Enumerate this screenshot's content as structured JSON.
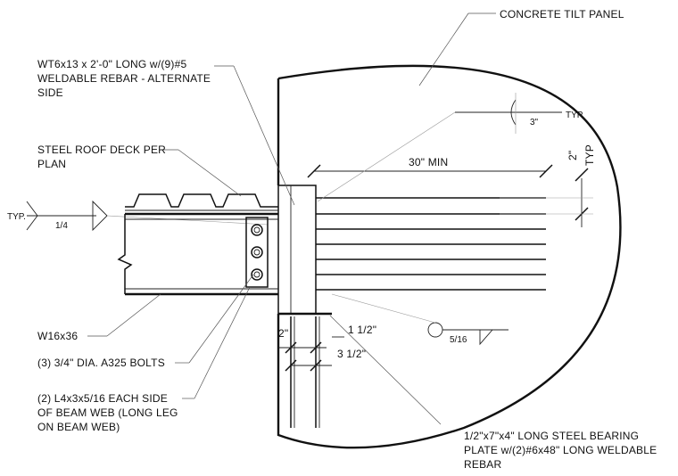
{
  "labels": {
    "panel": "CONCRETE TILT PANEL",
    "wt_line1": "WT6x13 x 2'-0\" LONG w/(9)#5",
    "wt_line2": "WELDABLE REBAR - ALTERNATE",
    "wt_line3": "SIDE",
    "deck_line1": "STEEL ROOF DECK PER",
    "deck_line2": "PLAN",
    "beam": "W16x36",
    "bolts": "(3) 3/4\" DIA. A325 BOLTS",
    "angles_line1": "(2) L4x3x5/16 EACH SIDE",
    "angles_line2": "OF BEAM WEB (LONG LEG",
    "angles_line3": "ON BEAM WEB)",
    "plate_line1": "1/2\"x7\"x4\" LONG STEEL BEARING",
    "plate_line2": "PLATE w/(2)#6x48\" LONG WELDABLE",
    "plate_line3": "REBAR"
  },
  "dimensions": {
    "min_length": "30\" MIN",
    "spacing": "2\"",
    "spacing_typ": "TYP",
    "weld_3": "3\"",
    "weld_3_typ": "TYP",
    "typ_left": "TYP.",
    "weld_14": "1/4",
    "weld_516": "5/16",
    "dim_1_12": "1 1/2\"",
    "dim_2": "2\"",
    "dim_3_12": "3 1/2\""
  }
}
